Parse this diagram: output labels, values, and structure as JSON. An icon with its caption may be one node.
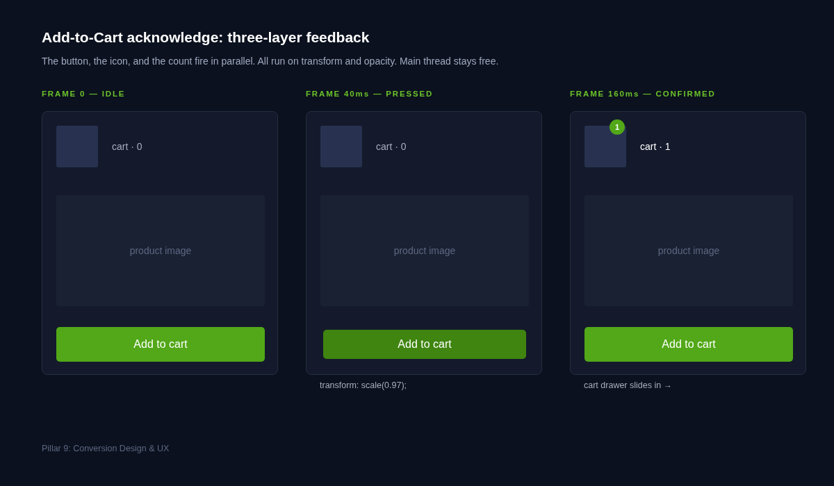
{
  "diagram": {
    "title": "Add-to-Cart acknowledge: three-layer feedback",
    "nodes": [
      {
        "text": [
          "FRAME 0 — IDLE",
          "cart · 0"
        ]
      },
      {
        "text": [],
        "shape": "box",
        "in": 0
      },
      {
        "text": [
          "product image"
        ],
        "in": 0
      },
      {
        "text": [
          "Add to cart"
        ],
        "in": 0
      },
      {
        "text": [
          "FRAME 40ms — PRESSED",
          "cart · 0"
        ],
        "beside": [
          "transform: scale(0.97);"
        ]
      },
      {
        "text": [],
        "shape": "box",
        "in": 4
      },
      {
        "text": [
          "product image"
        ],
        "in": 4
      },
      {
        "text": [
          "Add to cart"
        ],
        "in": 4
      },
      {
        "text": [
          "FRAME 160ms — CONFIRMED",
          "cart · 1"
        ],
        "beside": [
          "cart drawer slides in →"
        ]
      },
      {
        "text": [],
        "shape": "box",
        "in": 8
      },
      {
        "text": [
          "1"
        ],
        "in": 8
      },
      {
        "text": [
          "product image"
        ],
        "in": 8
      },
      {
        "text": [
          "Add to cart"
        ],
        "in": 8
      }
    ],
    "labels": [
      "The button, the icon, and the count fire in parallel. All run on transform and opacity. Main thread stays free.",
      "Pillar 9: Conversion Design & UX"
    ]
  }
}
